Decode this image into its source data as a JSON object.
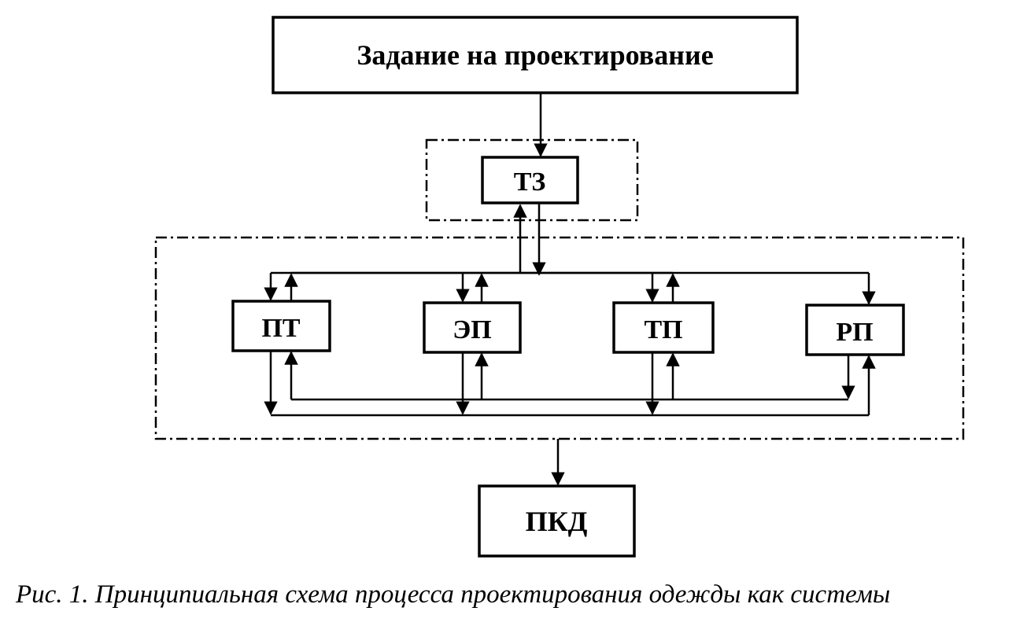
{
  "diagram": {
    "top_box": "Задание на проектирование",
    "tz_box": "ТЗ",
    "modules": [
      "ПТ",
      "ЭП",
      "ТП",
      "РП"
    ],
    "output_box": "ПКД",
    "caption": "Рис. 1. Принципиальная схема процесса проектирования одежды как системы"
  }
}
